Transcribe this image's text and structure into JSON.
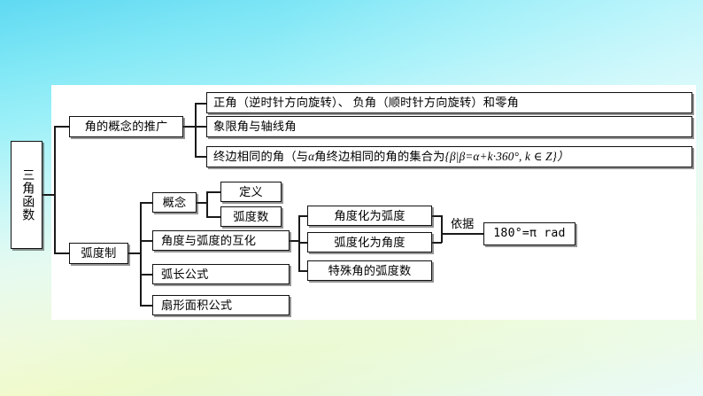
{
  "root": {
    "label": "三角函数"
  },
  "branches": [
    {
      "label": "角的概念的推广",
      "children": [
        {
          "label": "正角（逆时针方向旋转）、 负角（顺时针方向旋转）和零角"
        },
        {
          "label": "象限角与轴线角"
        },
        {
          "label_prefix": "终边相同的角（与 ",
          "label_alpha": "α",
          "label_mid": " 角终边相同的角的集合为",
          "label_set": "{β|β=α+k·360°, k ∈ Z}）"
        }
      ]
    },
    {
      "label": "弧度制",
      "children": [
        {
          "label": "概念",
          "children": [
            {
              "label": "定义"
            },
            {
              "label": "弧度数"
            }
          ]
        },
        {
          "label": "角度与弧度的互化",
          "children": [
            {
              "label": "角度化为弧度"
            },
            {
              "label": "弧度化为角度"
            },
            {
              "label": "特殊角的弧度数"
            }
          ],
          "relation_label": "依据",
          "formula": "180°=π rad"
        },
        {
          "label": "弧长公式"
        },
        {
          "label": "扇形面积公式"
        }
      ]
    }
  ],
  "style": {
    "panel_bg": "#ffffff",
    "line_color": "#1a1a1a",
    "border_color": "#111111",
    "bg_top": "#5fd9f2",
    "bg_bottom": "#f4fbc8"
  }
}
